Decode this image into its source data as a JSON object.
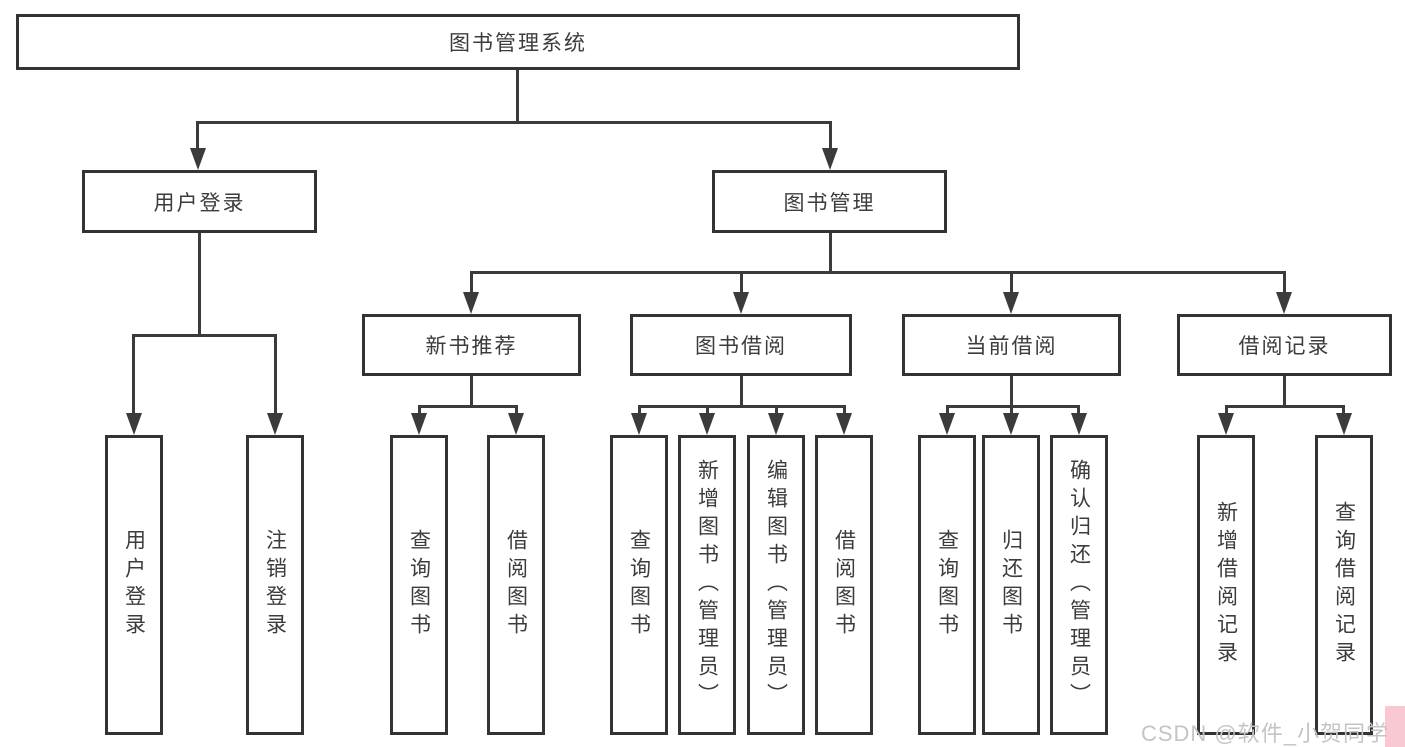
{
  "diagram": {
    "root": {
      "label": "图书管理系统",
      "children": [
        {
          "label": "用户登录",
          "children": [
            {
              "label": "用户登录"
            },
            {
              "label": "注销登录"
            }
          ]
        },
        {
          "label": "图书管理",
          "children": [
            {
              "label": "新书推荐",
              "children": [
                {
                  "label": "查询图书"
                },
                {
                  "label": "借阅图书"
                }
              ]
            },
            {
              "label": "图书借阅",
              "children": [
                {
                  "label": "查询图书"
                },
                {
                  "label": "新增图书（管理员）"
                },
                {
                  "label": "编辑图书（管理员）"
                },
                {
                  "label": "借阅图书"
                }
              ]
            },
            {
              "label": "当前借阅",
              "children": [
                {
                  "label": "查询图书"
                },
                {
                  "label": "归还图书"
                },
                {
                  "label": "确认归还（管理员）"
                }
              ]
            },
            {
              "label": "借阅记录",
              "children": [
                {
                  "label": "新增借阅记录"
                },
                {
                  "label": "查询借阅记录"
                }
              ]
            }
          ]
        }
      ]
    }
  },
  "watermark": {
    "text": "CSDN @软件_小贺同学"
  },
  "colors": {
    "line": "#3b3b3b",
    "box_border": "#333333",
    "text": "#3c3c3c",
    "background": "#ffffff",
    "watermark_text": "#c4c4c4",
    "watermark_accent": "#f9c8d3"
  }
}
